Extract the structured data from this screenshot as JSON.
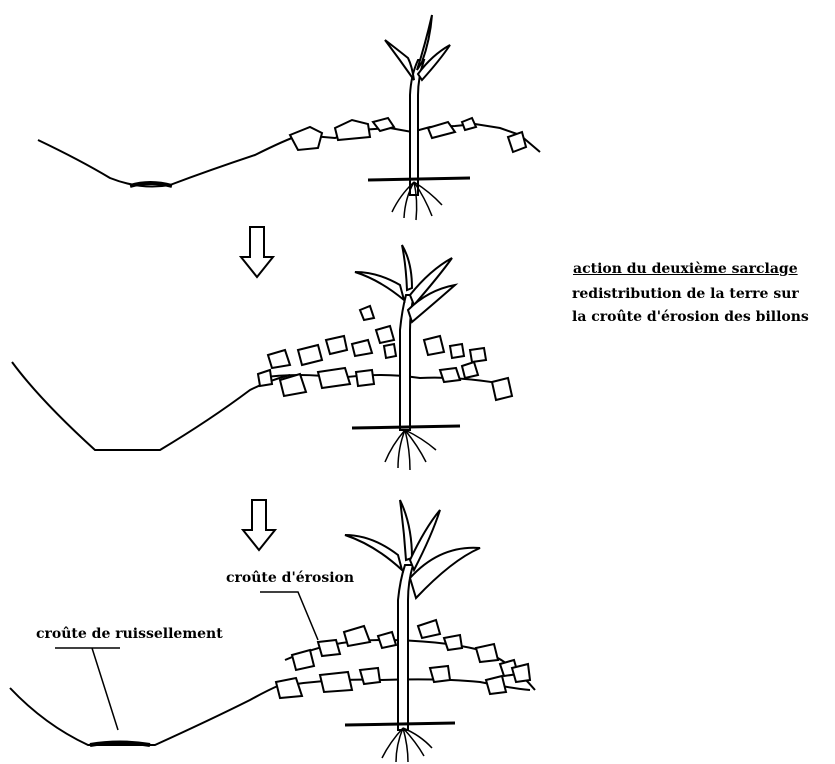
{
  "labels": {
    "action": "action du deuxième sarclage",
    "redistribution_line1": "redistribution de la terre sur",
    "redistribution_line2": "la croûte d'érosion des billons",
    "crust_erosion": "croûte d'érosion",
    "crust_runoff": "croûte de ruissellement"
  },
  "colors": {
    "ink": "#000000",
    "background": "#ffffff"
  }
}
